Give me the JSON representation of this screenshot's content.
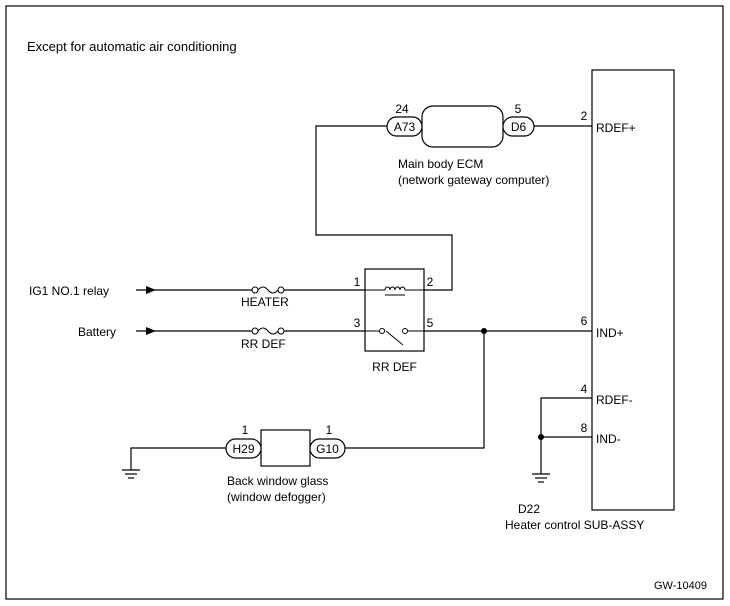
{
  "caption": "Except for automatic air conditioning",
  "figure_id": "GW-10409",
  "inputs": {
    "ig1_relay": "IG1 NO.1 relay",
    "battery": "Battery"
  },
  "fuses": {
    "heater": "HEATER",
    "rr_def": "RR DEF"
  },
  "relay": {
    "label": "RR DEF",
    "pin1": "1",
    "pin2": "2",
    "pin3": "3",
    "pin5": "5"
  },
  "ecm": {
    "name_line1": "Main body ECM",
    "name_line2": "(network gateway computer)",
    "connector_left": "A73",
    "pin_left": "24",
    "connector_right": "D6",
    "pin_right": "5"
  },
  "heater_control": {
    "connector": "D22",
    "name": "Heater control SUB-ASSY",
    "pins": [
      {
        "pin": "2",
        "signal": "RDEF+"
      },
      {
        "pin": "6",
        "signal": "IND+"
      },
      {
        "pin": "4",
        "signal": "RDEF-"
      },
      {
        "pin": "8",
        "signal": "IND-"
      }
    ]
  },
  "back_window": {
    "name_line1": "Back window glass",
    "name_line2": "(window defogger)",
    "connector_left": "H29",
    "pin_left": "1",
    "connector_right": "G10",
    "pin_right": "1"
  }
}
